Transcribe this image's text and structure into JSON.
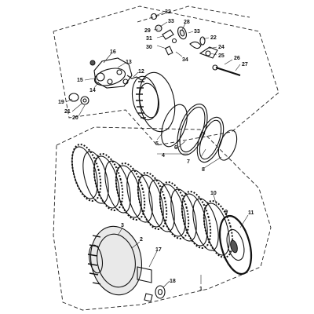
{
  "callouts": [
    {
      "id": "c32",
      "text": "32"
    },
    {
      "id": "c33",
      "text": "33"
    },
    {
      "id": "c29",
      "text": "29"
    },
    {
      "id": "c28",
      "text": "28"
    },
    {
      "id": "c31",
      "text": "31"
    },
    {
      "id": "c30",
      "text": "30"
    },
    {
      "id": "c33b",
      "text": "33"
    },
    {
      "id": "c22",
      "text": "22"
    },
    {
      "id": "c24",
      "text": "24"
    },
    {
      "id": "c25",
      "text": "25"
    },
    {
      "id": "c34",
      "text": "34"
    },
    {
      "id": "c26",
      "text": "26"
    },
    {
      "id": "c27",
      "text": "27"
    },
    {
      "id": "c16",
      "text": "16"
    },
    {
      "id": "c13",
      "text": "13"
    },
    {
      "id": "c12",
      "text": "12"
    },
    {
      "id": "c15",
      "text": "15"
    },
    {
      "id": "c14",
      "text": "14"
    },
    {
      "id": "c19",
      "text": "19"
    },
    {
      "id": "c21",
      "text": "21"
    },
    {
      "id": "c20",
      "text": "20"
    },
    {
      "id": "c5",
      "text": "5"
    },
    {
      "id": "c4",
      "text": "4"
    },
    {
      "id": "c7",
      "text": "7"
    },
    {
      "id": "c6",
      "text": "6"
    },
    {
      "id": "c8",
      "text": "8"
    },
    {
      "id": "c10",
      "text": "10"
    },
    {
      "id": "c9",
      "text": "9"
    },
    {
      "id": "c11",
      "text": "11"
    },
    {
      "id": "c3",
      "text": "3"
    },
    {
      "id": "c2",
      "text": "2"
    },
    {
      "id": "c17",
      "text": "17"
    },
    {
      "id": "c18",
      "text": "18"
    },
    {
      "id": "c1",
      "text": "1"
    }
  ]
}
